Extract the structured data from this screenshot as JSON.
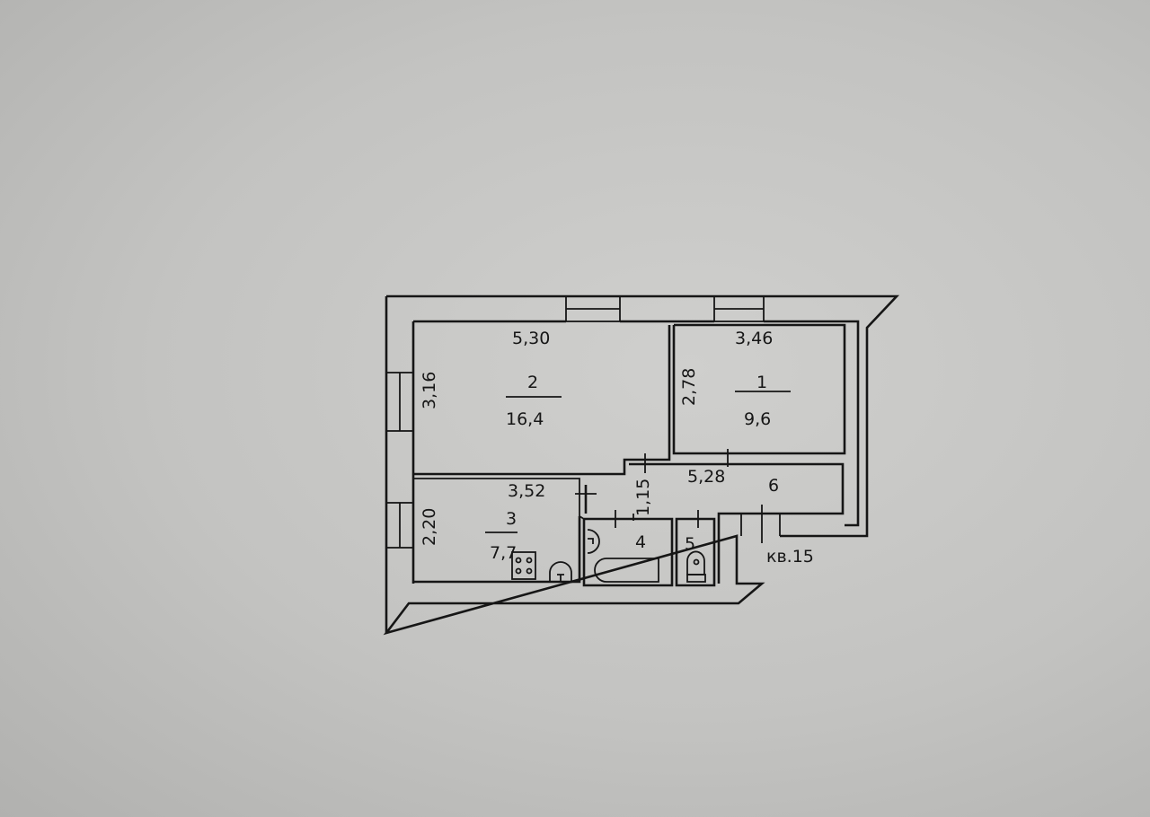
{
  "plan": {
    "apartment_label": "кв.15",
    "rooms": [
      {
        "number": "1",
        "area": "9,6",
        "width": "3,46",
        "depth": "2,78"
      },
      {
        "number": "2",
        "area": "16,4",
        "width": "5,30",
        "depth": "3,16"
      },
      {
        "number": "3",
        "area": "7,7",
        "width": "3,52",
        "depth": "2,20"
      },
      {
        "number": "4"
      },
      {
        "number": "5"
      },
      {
        "number": "6",
        "width": "5,28",
        "depth": "1,15"
      }
    ]
  }
}
